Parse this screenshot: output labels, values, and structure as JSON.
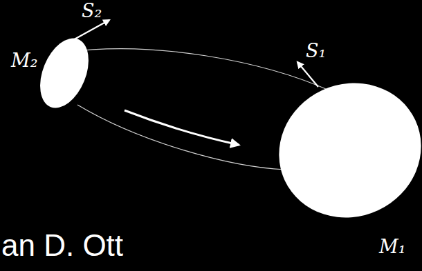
{
  "diagram": {
    "labels": [
      "S₂",
      "S₁",
      "M₂",
      "M₁",
      "an D. Ott"
    ]
  }
}
